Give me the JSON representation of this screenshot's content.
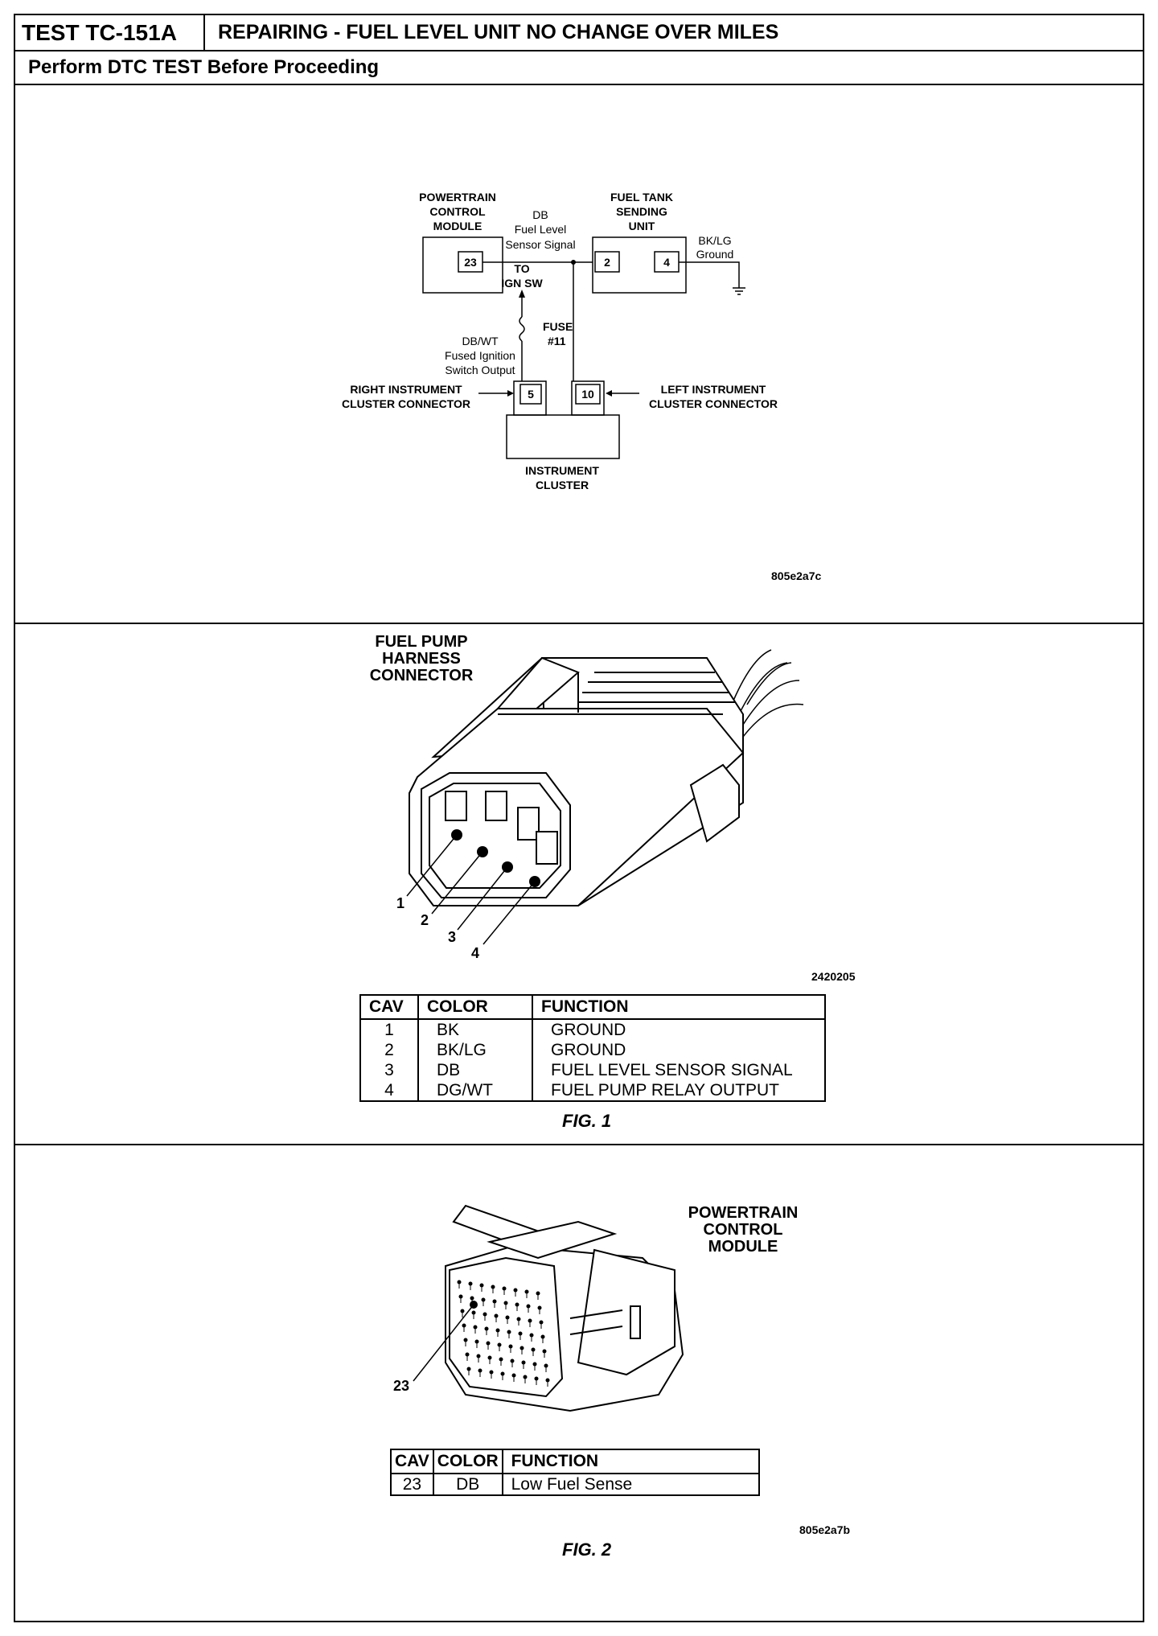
{
  "header": {
    "test_id": "TEST TC-151A",
    "title": "REPAIRING - FUEL LEVEL UNIT NO CHANGE OVER MILES",
    "subtitle": "Perform DTC TEST Before Proceeding"
  },
  "schematic": {
    "pcm_label": [
      "POWERTRAIN",
      "CONTROL",
      "MODULE"
    ],
    "pcm_pin": "23",
    "wire_color": "DB",
    "wire_desc": [
      "Fuel Level",
      "Sensor Signal"
    ],
    "fuel_tank_label": [
      "FUEL TANK",
      "SENDING",
      "UNIT"
    ],
    "tank_pin_a": "2",
    "tank_pin_b": "4",
    "ground_color": "BK/LG",
    "ground_label": "Ground",
    "to_ign": [
      "TO",
      "IGN SW"
    ],
    "fuse_label": [
      "FUSE",
      "#11"
    ],
    "fused_wire": [
      "DB/WT",
      "Fused Ignition",
      "Switch Output"
    ],
    "right_connector": [
      "RIGHT INSTRUMENT",
      "CLUSTER CONNECTOR"
    ],
    "left_connector": [
      "LEFT INSTRUMENT",
      "CLUSTER CONNECTOR"
    ],
    "cluster_pin_a": "5",
    "cluster_pin_b": "10",
    "cluster_label": [
      "INSTRUMENT",
      "CLUSTER"
    ],
    "image_id": "805e2a7c"
  },
  "fig1": {
    "connector_label": [
      "FUEL PUMP",
      "HARNESS",
      "CONNECTOR"
    ],
    "callouts": [
      "1",
      "2",
      "3",
      "4"
    ],
    "image_id": "2420205",
    "table_headers": [
      "CAV",
      "COLOR",
      "FUNCTION"
    ],
    "rows": [
      [
        "1",
        "BK",
        "GROUND"
      ],
      [
        "2",
        "BK/LG",
        "GROUND"
      ],
      [
        "3",
        "DB",
        "FUEL LEVEL SENSOR SIGNAL"
      ],
      [
        "4",
        "DG/WT",
        "FUEL PUMP RELAY OUTPUT"
      ]
    ],
    "caption": "FIG. 1"
  },
  "fig2": {
    "module_label": [
      "POWERTRAIN",
      "CONTROL",
      "MODULE"
    ],
    "callout": "23",
    "table_headers": [
      "CAV",
      "COLOR",
      "FUNCTION"
    ],
    "rows": [
      [
        "23",
        "DB",
        "Low Fuel Sense"
      ]
    ],
    "caption": "FIG. 2",
    "image_id": "805e2a7b"
  }
}
